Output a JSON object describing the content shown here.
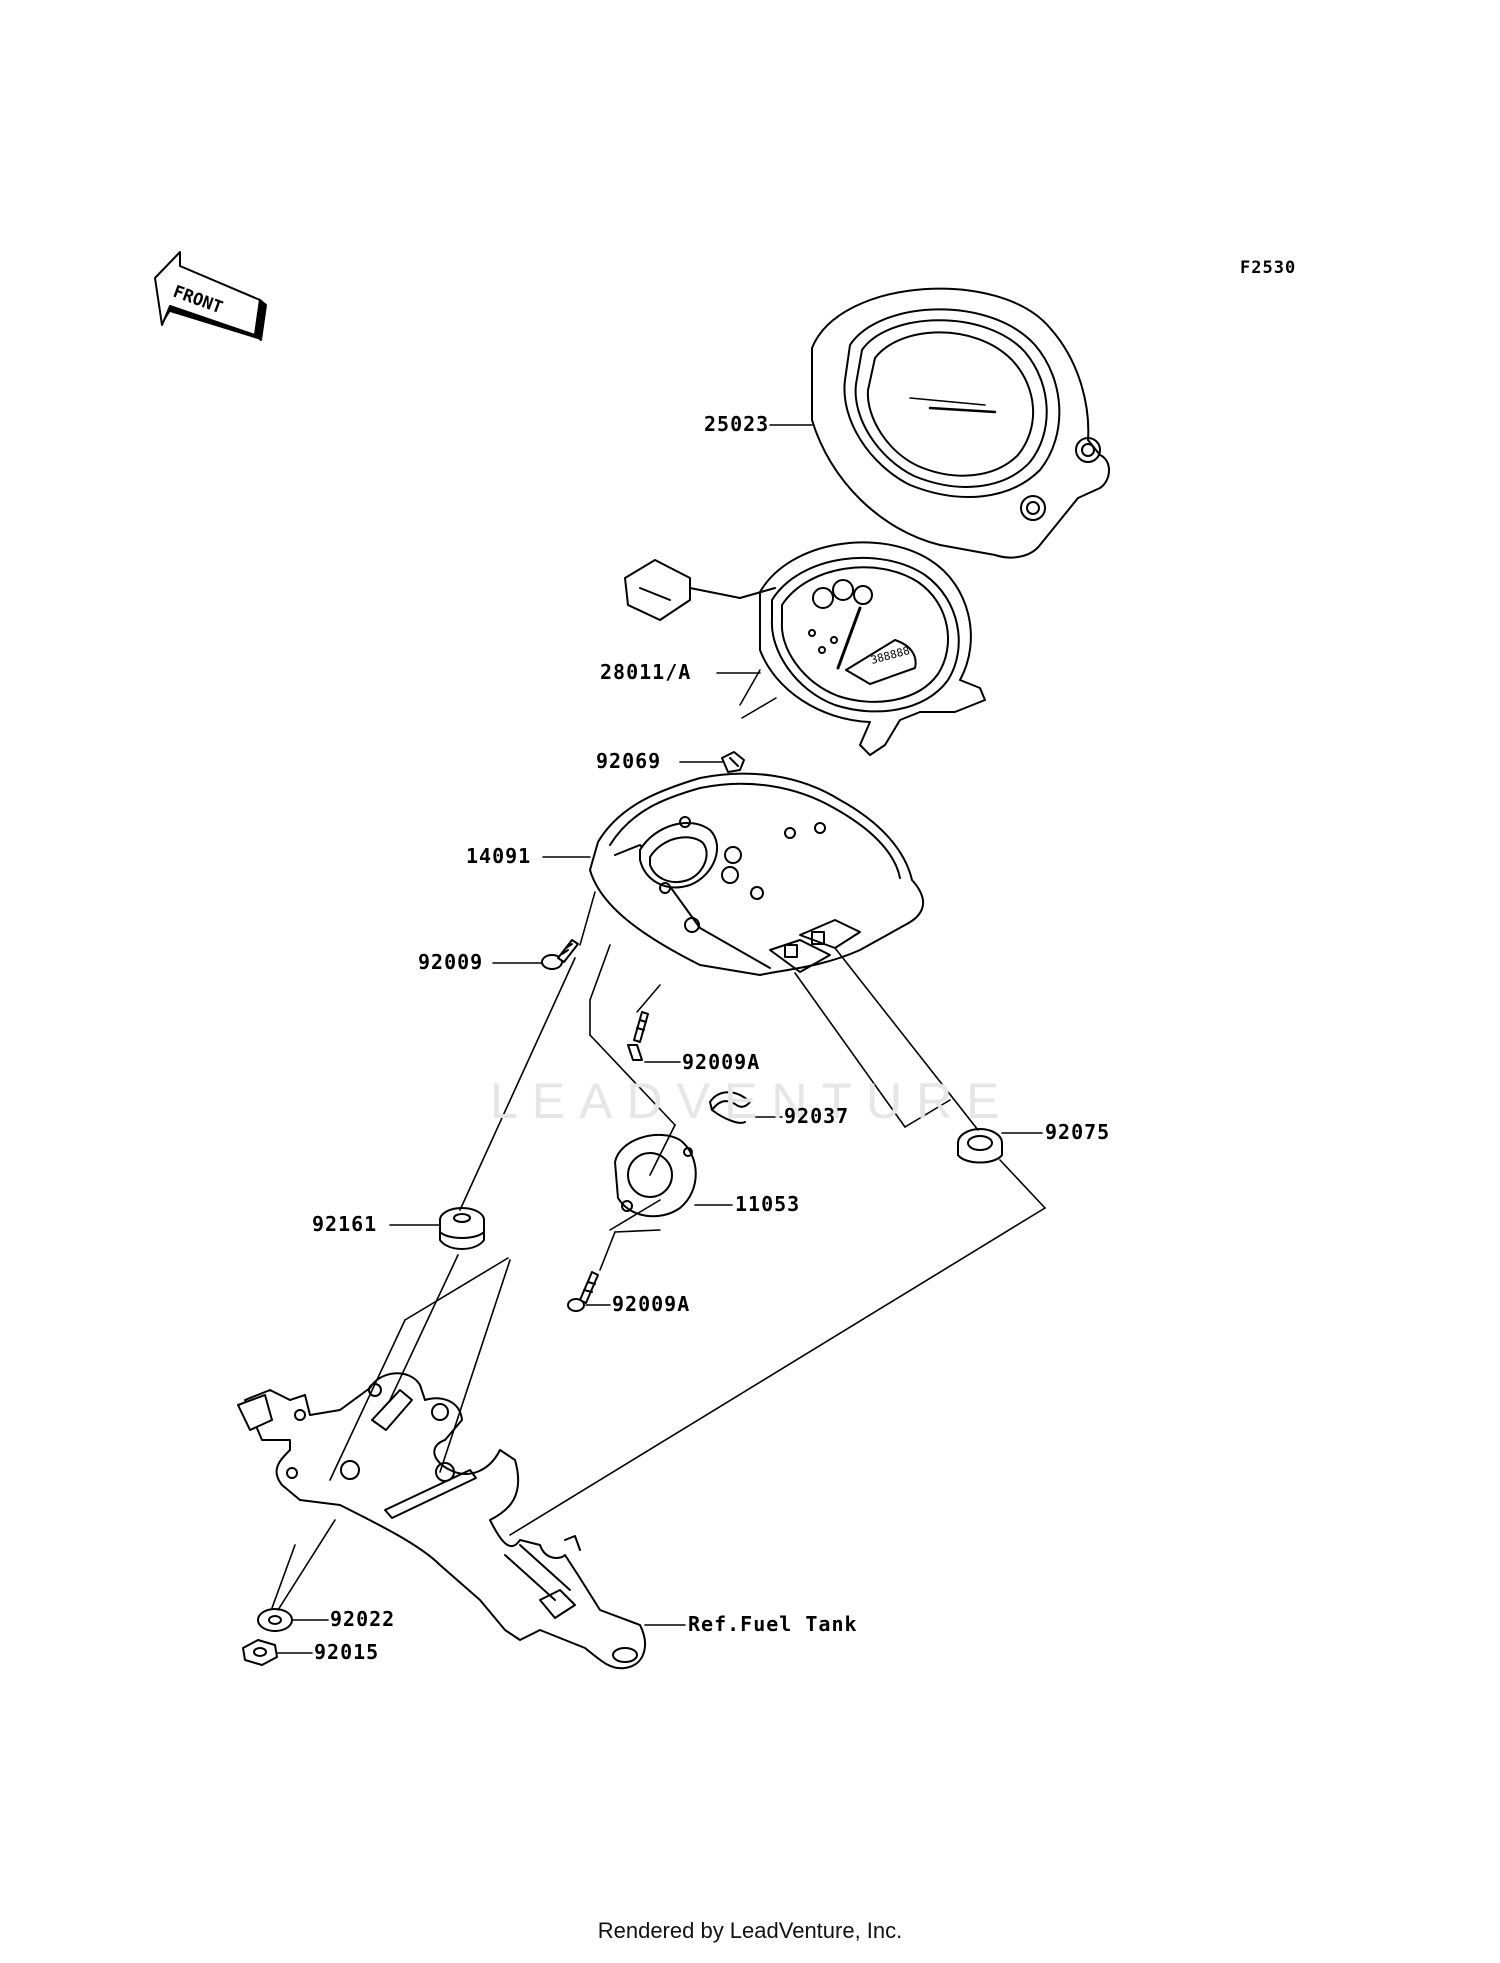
{
  "figure_code": "F2530",
  "front_label": "FRONT",
  "watermark": "LEADVENTURE",
  "footer": "Rendered by LeadVenture, Inc.",
  "parts": {
    "p25023": "25023",
    "p28011A": "28011/A",
    "p92069": "92069",
    "p14091": "14091",
    "p92009": "92009",
    "p92009A_1": "92009A",
    "p92037": "92037",
    "p92075": "92075",
    "p11053": "11053",
    "p92161": "92161",
    "p92009A_2": "92009A",
    "p92022": "92022",
    "p92015": "92015",
    "ref_fuel_tank": "Ref.Fuel Tank"
  }
}
